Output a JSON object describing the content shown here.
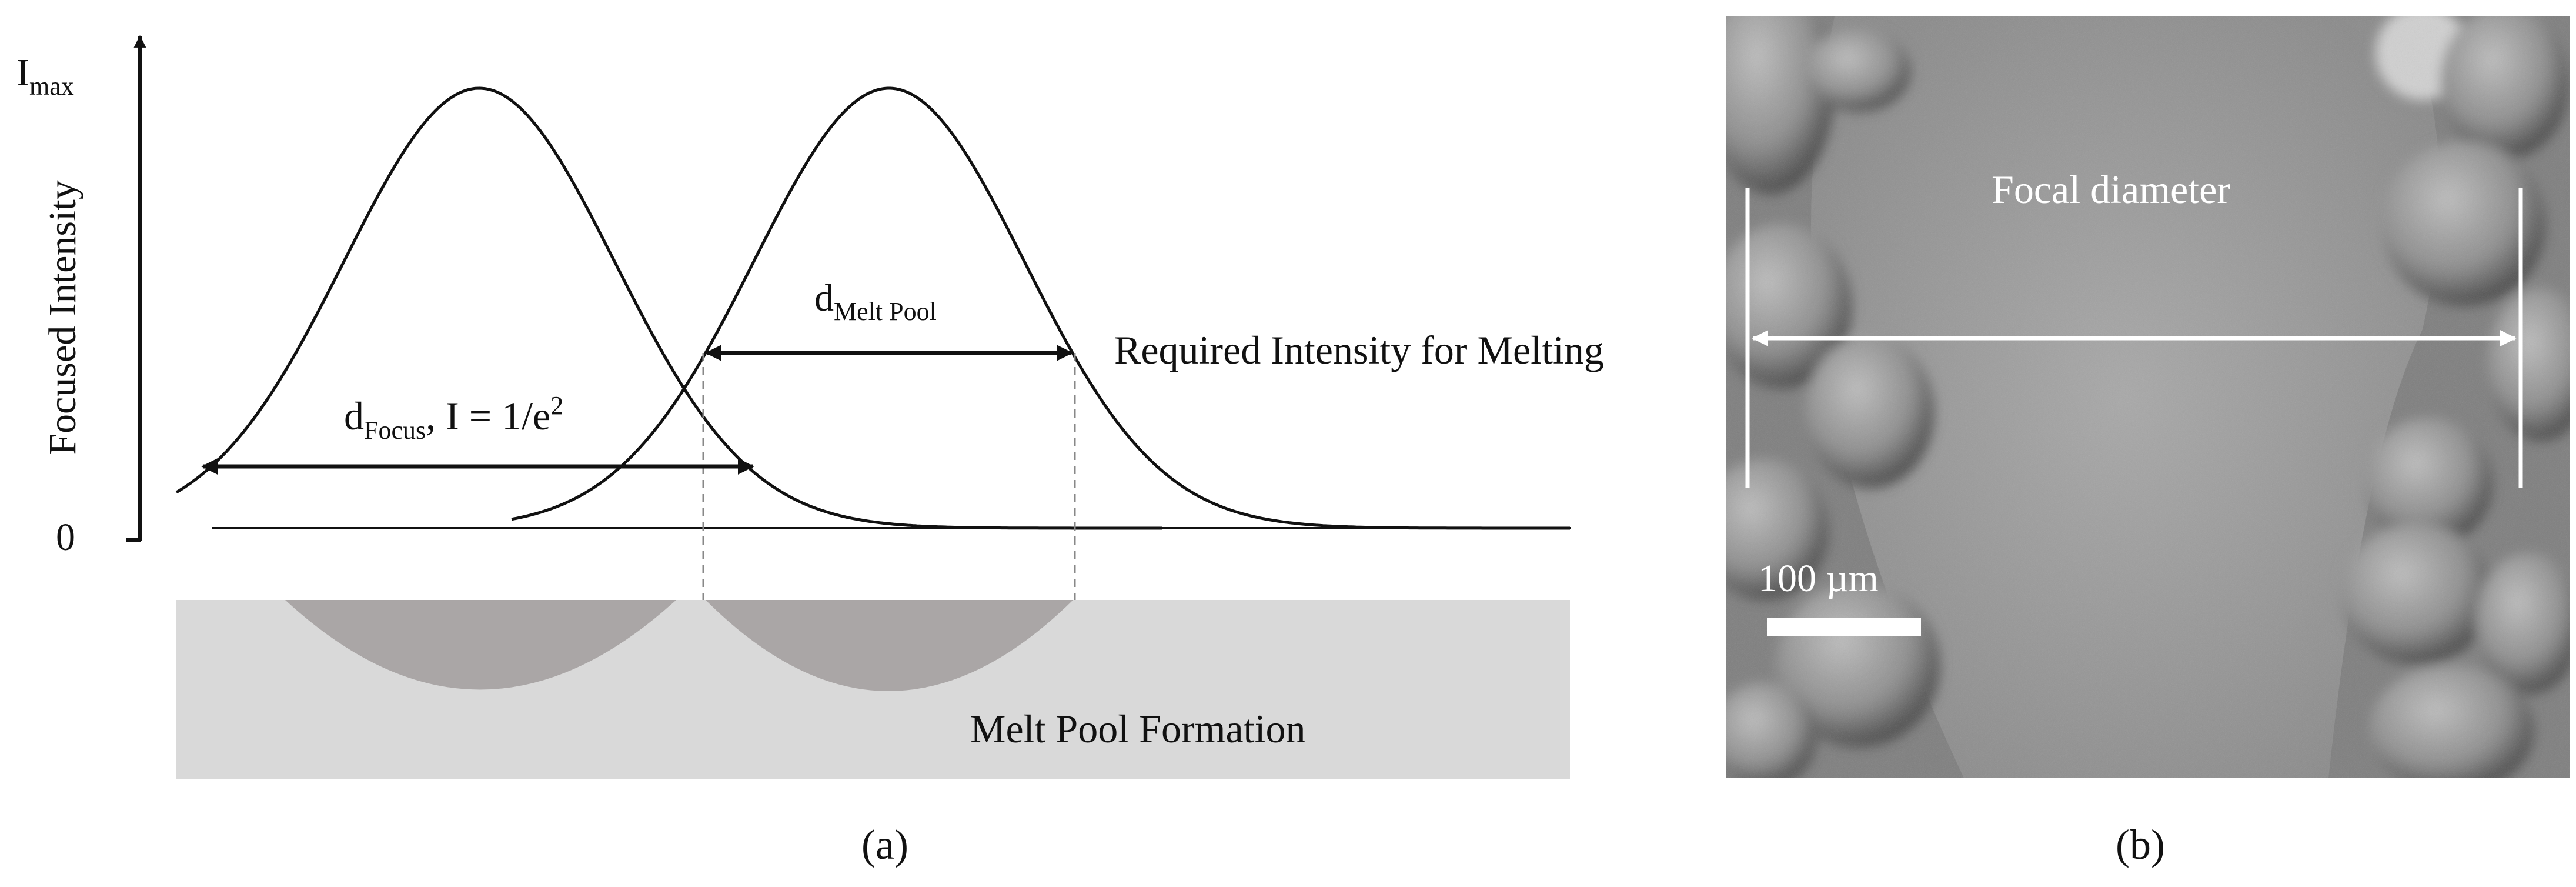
{
  "panel_a": {
    "y_axis_label": "Focused Intensity",
    "y_max_label": "I",
    "y_max_sub": "max",
    "y_zero_label": "0",
    "d_melt_main": "d",
    "d_melt_sub": "Melt Pool",
    "required_intensity_label": "Required Intensity for Melting",
    "d_focus_main": "d",
    "d_focus_sub": "Focus",
    "d_focus_eq": ", I = 1/e",
    "d_focus_sup": "2",
    "melt_pool_label": "Melt Pool Formation",
    "caption": "(a)",
    "colors": {
      "line": "#111111",
      "substrate": "#d9d9d9",
      "melt_pool": "#aaa6a6",
      "dashed": "#888888"
    }
  },
  "panel_b": {
    "focal_label": "Focal diameter",
    "scale_label": "100 µm",
    "caption": "(b)"
  }
}
